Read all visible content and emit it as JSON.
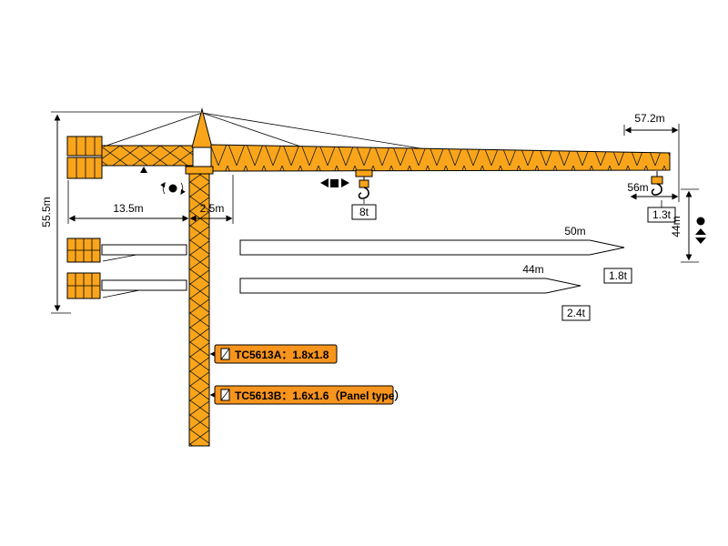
{
  "diagram": {
    "type": "tower-crane-spec-diagram",
    "dimensions": {
      "jib_length_total": "57.2m",
      "tower_height": "55.5m",
      "counter_jib_length": "13.5m",
      "jib_root_offset": "2.5m",
      "tip_radius": "56m",
      "under_hook_height": "44m"
    },
    "capacities": {
      "max_load": "8t",
      "tip_load_57m": "1.3t",
      "tip_load_50m": "1.8t",
      "tip_load_44m": "2.4t"
    },
    "jib_options": {
      "jib_50m_label": "50m",
      "jib_44m_label": "44m"
    },
    "mast_sections": {
      "model_a": "TC5613A：1.8x1.8",
      "model_b": "TC5613B：1.6x1.6（Panel type）"
    },
    "colors": {
      "crane_yellow": "#F9A51B",
      "label_orange": "#F7941D",
      "line_black": "#000000"
    }
  }
}
